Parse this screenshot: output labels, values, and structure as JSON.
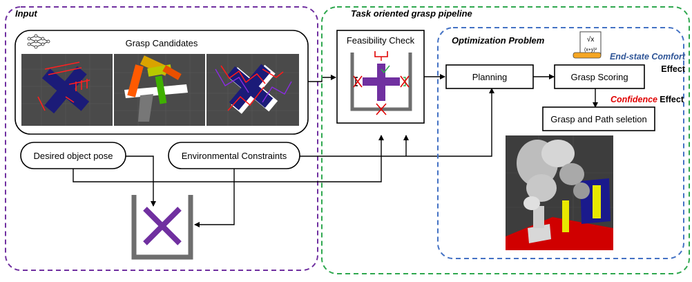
{
  "sections": {
    "input": "Input",
    "pipeline": "Task oriented grasp pipeline",
    "optimization": "Optimization Problem"
  },
  "nodes": {
    "grasp_candidates": "Grasp Candidates",
    "desired_object_pose": "Desired object pose",
    "environmental_constraints": "Environmental Constraints",
    "feasibility_check": "Feasibility Check",
    "planning": "Planning",
    "grasp_scoring": "Grasp Scoring",
    "grasp_path_selection": "Grasp and Path seletion"
  },
  "effects": {
    "end_state_comfort": "End-state Comfort",
    "end_state_suffix": "Effect",
    "confidence": "Confidence",
    "confidence_suffix": "Effect"
  },
  "icons": {
    "formula_icon_text": "√x",
    "formula_icon_text2": "(x+y)²"
  },
  "colors": {
    "input_border": "#7030a0",
    "pipeline_border": "#2fa84f",
    "optimization_border": "#4472c4",
    "end_state_comfort": "#2f5597",
    "confidence": "#e00000",
    "object_purple": "#7030a0",
    "container_gray": "#6e6e6e"
  }
}
